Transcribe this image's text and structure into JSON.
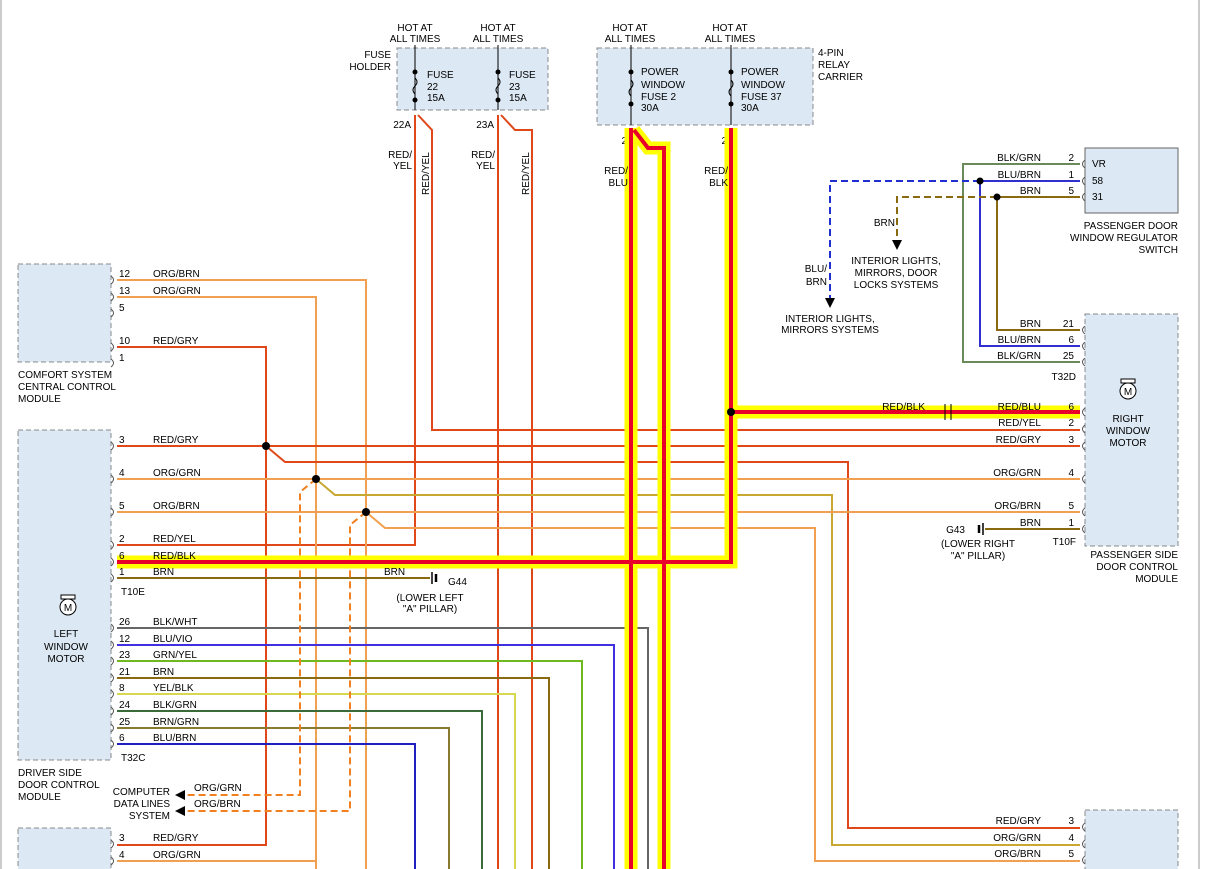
{
  "fuses": {
    "hot1": [
      "HOT AT",
      "ALL TIMES"
    ],
    "hot2": [
      "HOT AT",
      "ALL TIMES"
    ],
    "hot3": [
      "HOT AT",
      "ALL TIMES"
    ],
    "hot4": [
      "HOT AT",
      "ALL TIMES"
    ],
    "holder": [
      "FUSE",
      "HOLDER"
    ],
    "fuse22": [
      "FUSE",
      "22",
      "15A"
    ],
    "fuse23": [
      "FUSE",
      "23",
      "15A"
    ],
    "pin22a": "22A",
    "pin23a": "23A",
    "relay_carrier": [
      "4-PIN",
      "RELAY",
      "CARRIER"
    ],
    "pw2": [
      "POWER",
      "WINDOW",
      "FUSE 2",
      "30A"
    ],
    "pw37": [
      "POWER",
      "WINDOW",
      "FUSE 37",
      "30A"
    ],
    "pin2a": "2",
    "pin2b": "2"
  },
  "wire_labels": {
    "red_yel1": [
      "RED/",
      "YEL"
    ],
    "red_yel1v": "RED/YEL",
    "red_yel2": [
      "RED/",
      "YEL"
    ],
    "red_yel2v": "RED/YEL",
    "red_blu": [
      "RED/",
      "BLU"
    ],
    "red_blk": [
      "RED/",
      "BLK"
    ]
  },
  "comfort": {
    "name": [
      "COMFORT SYSTEM",
      "CENTRAL CONTROL",
      "MODULE"
    ],
    "pins": [
      {
        "n": "12",
        "c": "ORG/BRN"
      },
      {
        "n": "13",
        "c": "ORG/GRN"
      },
      {
        "n": "5",
        "c": ""
      },
      {
        "n": "10",
        "c": "RED/GRY"
      },
      {
        "n": "1",
        "c": ""
      }
    ]
  },
  "driver": {
    "name": [
      "DRIVER SIDE",
      "DOOR CONTROL",
      "MODULE"
    ],
    "motor": [
      "LEFT",
      "WINDOW",
      "MOTOR"
    ],
    "motor_icon": "M",
    "conn1": "T10E",
    "conn2": "T32C",
    "pins": [
      {
        "n": "3",
        "c": "RED/GRY"
      },
      {
        "n": "4",
        "c": "ORG/GRN"
      },
      {
        "n": "5",
        "c": "ORG/BRN"
      },
      {
        "n": "2",
        "c": "RED/YEL"
      },
      {
        "n": "6",
        "c": "RED/BLK"
      },
      {
        "n": "1",
        "c": "BRN"
      },
      {
        "n": "26",
        "c": "BLK/WHT"
      },
      {
        "n": "12",
        "c": "BLU/VIO"
      },
      {
        "n": "23",
        "c": "GRN/YEL"
      },
      {
        "n": "21",
        "c": "BRN"
      },
      {
        "n": "8",
        "c": "YEL/BLK"
      },
      {
        "n": "24",
        "c": "BLK/GRN"
      },
      {
        "n": "25",
        "c": "BRN/GRN"
      },
      {
        "n": "6",
        "c": "BLU/BRN"
      }
    ]
  },
  "ground_left": {
    "wire": "BRN",
    "name": "G44",
    "loc": [
      "(LOWER LEFT",
      "\"A\" PILLAR)"
    ]
  },
  "ground_right": {
    "wire": "BRN",
    "name": "G43",
    "loc": [
      "(LOWER RIGHT",
      "\"A\" PILLAR)"
    ]
  },
  "data_lines": {
    "name": [
      "COMPUTER",
      "DATA LINES",
      "SYSTEM"
    ],
    "w1": "ORG/GRN",
    "w2": "ORG/BRN"
  },
  "switch": {
    "name": [
      "PASSENGER DOOR",
      "WINDOW REGULATOR",
      "SWITCH"
    ],
    "pins": [
      {
        "n": "2",
        "c": "BLK/GRN",
        "t": "VR"
      },
      {
        "n": "1",
        "c": "BLU/BRN",
        "t": "58"
      },
      {
        "n": "5",
        "c": "BRN",
        "t": "31"
      }
    ]
  },
  "interior1": {
    "wire": "BRN",
    "name": [
      "INTERIOR LIGHTS,",
      "MIRRORS, DOOR",
      "LOCKS SYSTEMS"
    ]
  },
  "interior2": {
    "wire": [
      "BLU/",
      "BRN"
    ],
    "name": [
      "INTERIOR LIGHTS,",
      "MIRRORS SYSTEMS"
    ]
  },
  "passenger": {
    "name": [
      "PASSENGER SIDE",
      "DOOR CONTROL",
      "MODULE"
    ],
    "motor": [
      "RIGHT",
      "WINDOW",
      "MOTOR"
    ],
    "motor_icon": "M",
    "conn1": "T32D",
    "conn2": "T10F",
    "pins_top": [
      {
        "n": "21",
        "c": "BRN"
      },
      {
        "n": "6",
        "c": "BLU/BRN"
      },
      {
        "n": "25",
        "c": "BLK/GRN"
      }
    ],
    "pins_mid": [
      {
        "n": "6",
        "c": "RED/BLU"
      },
      {
        "n": "2",
        "c": "RED/YEL"
      },
      {
        "n": "3",
        "c": "RED/GRY"
      },
      {
        "n": "4",
        "c": "ORG/GRN"
      },
      {
        "n": "5",
        "c": "ORG/BRN"
      },
      {
        "n": "1",
        "c": "BRN"
      }
    ],
    "red_blk_splice": "RED/BLK"
  },
  "rear_left": {
    "pins": [
      {
        "n": "3",
        "c": "RED/GRY"
      },
      {
        "n": "4",
        "c": "ORG/GRN"
      }
    ]
  },
  "rear_right": {
    "pins": [
      {
        "n": "3",
        "c": "RED/GRY"
      },
      {
        "n": "4",
        "c": "ORG/GRN"
      },
      {
        "n": "5",
        "c": "ORG/BRN"
      }
    ]
  }
}
